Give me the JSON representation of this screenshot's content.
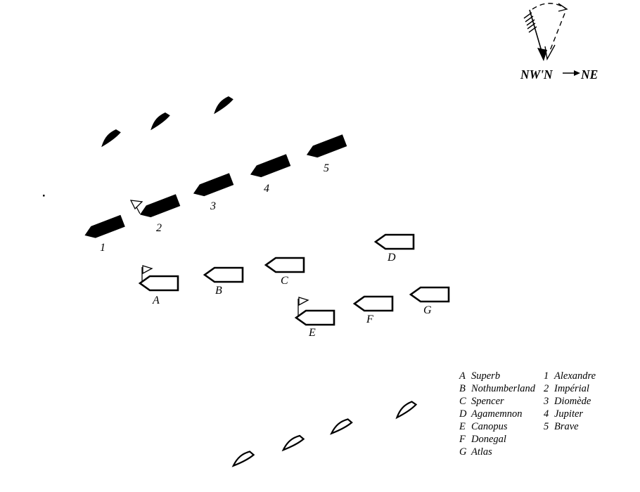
{
  "compass": {
    "wind_initial": "NW'N",
    "wind_shift": "NE"
  },
  "french_squadron": {
    "ships": [
      {
        "label": "1",
        "name": "Alexandre"
      },
      {
        "label": "2",
        "name": "Impérial"
      },
      {
        "label": "3",
        "name": "Diomède"
      },
      {
        "label": "4",
        "name": "Jupiter"
      },
      {
        "label": "5",
        "name": "Brave"
      }
    ]
  },
  "british_squadron": {
    "ships": [
      {
        "label": "A",
        "name": "Superb"
      },
      {
        "label": "B",
        "name": "Nothumberland"
      },
      {
        "label": "C",
        "name": "Spencer"
      },
      {
        "label": "D",
        "name": "Agamemnon"
      },
      {
        "label": "E",
        "name": "Canopus"
      },
      {
        "label": "F",
        "name": "Donegal"
      },
      {
        "label": "G",
        "name": "Atlas"
      }
    ]
  }
}
